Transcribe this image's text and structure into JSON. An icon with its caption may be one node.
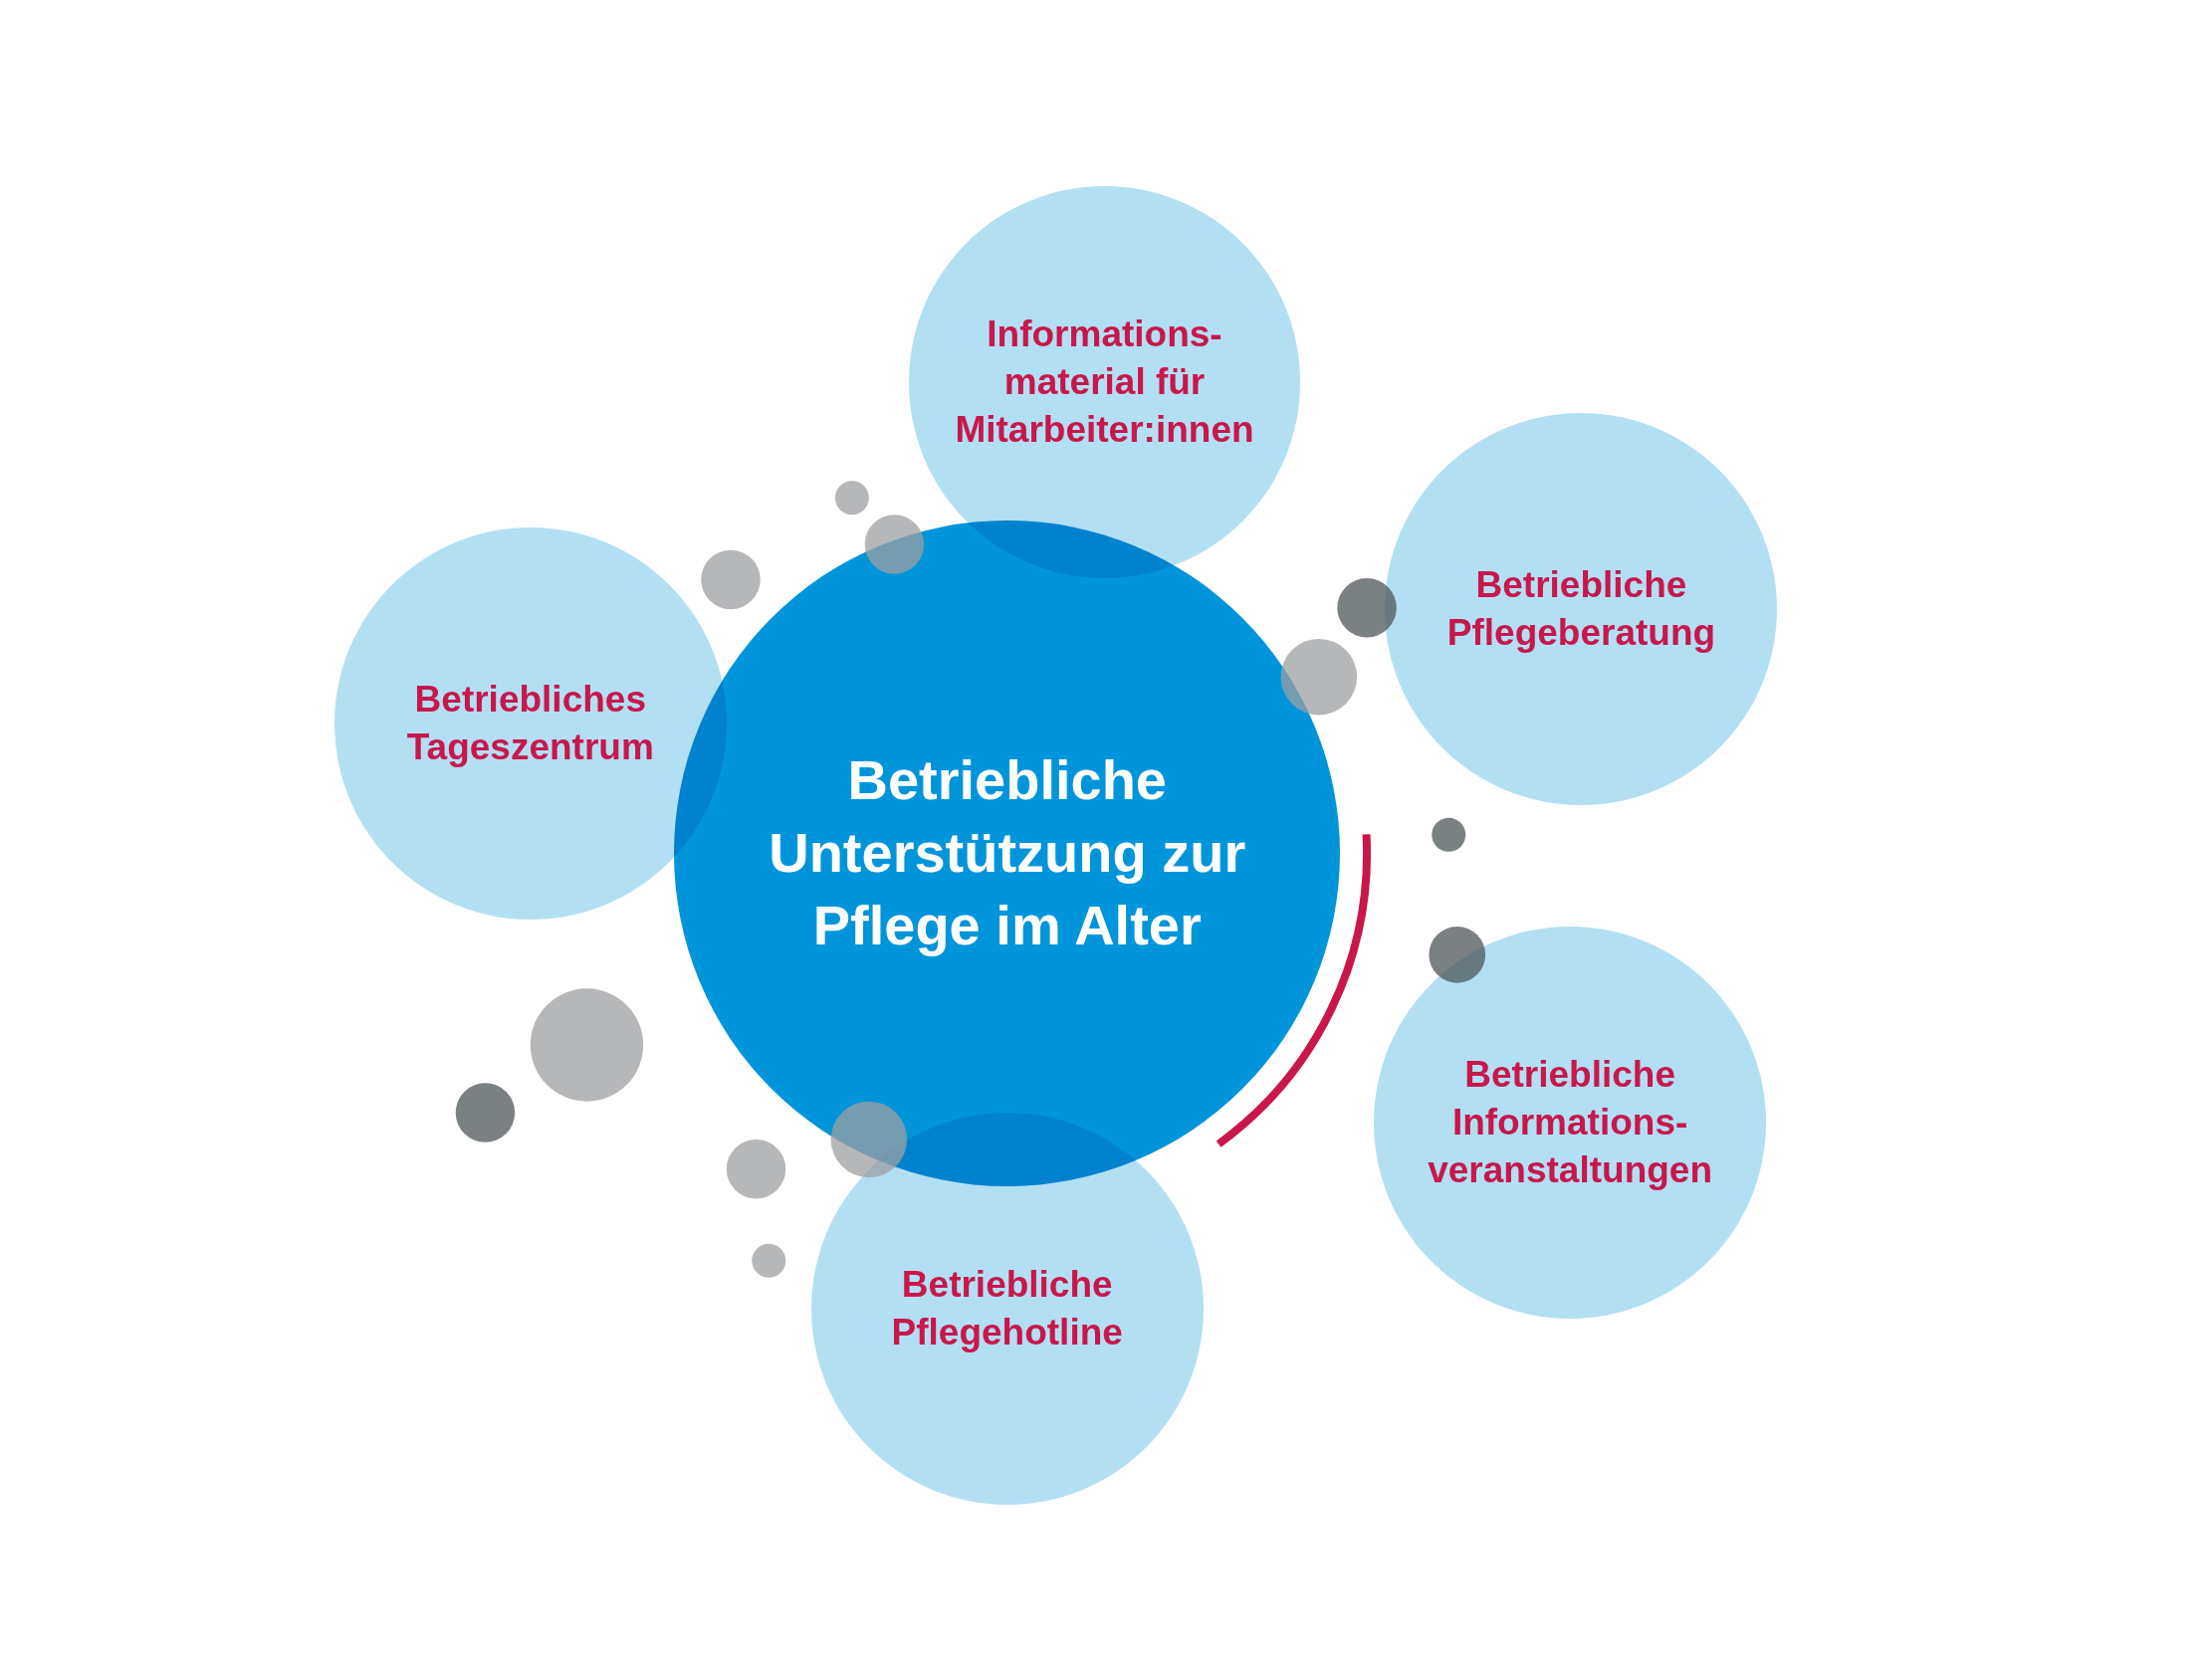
{
  "diagram": {
    "nodes": [
      {
        "text": [
          "Betriebliche Unterstützung zur Pflege im Alter"
        ]
      },
      {
        "text": [
          "Informations- material für Mitarbeiter:innen"
        ]
      },
      {
        "text": [
          "Betriebliche Pflegeberatung"
        ]
      },
      {
        "text": [
          "Betriebliche Informations- veranstaltungen"
        ]
      },
      {
        "text": [
          "Betriebliche Pflegehotline"
        ]
      },
      {
        "text": [
          "Betriebliches Tageszentrum"
        ]
      }
    ],
    "edges": []
  }
}
